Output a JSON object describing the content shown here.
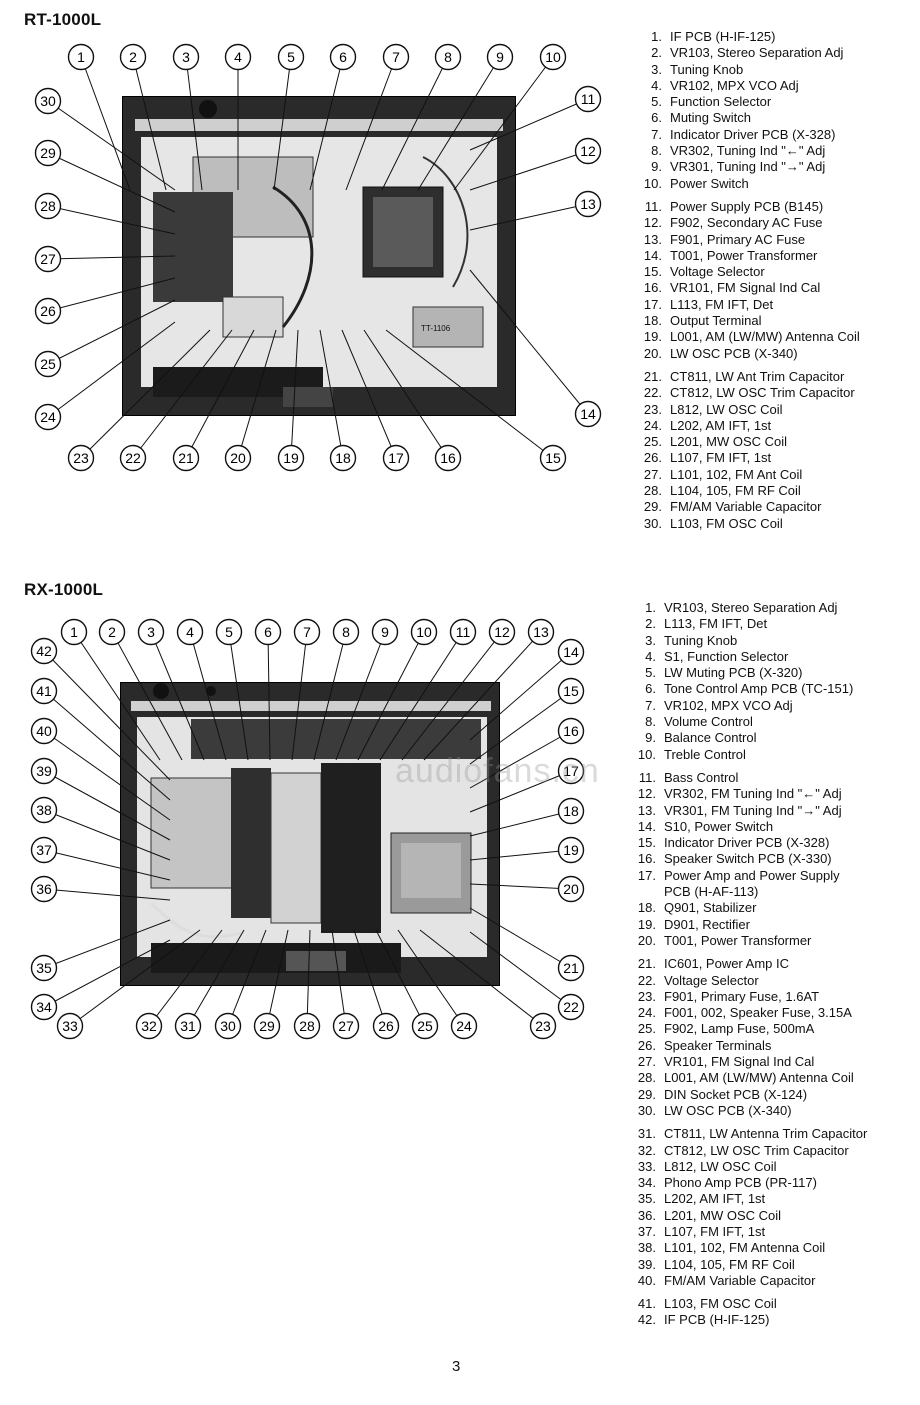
{
  "page_number": "3",
  "watermark": "audiofans.cn",
  "rt": {
    "title": "RT-1000L",
    "callouts_top": [
      "1",
      "2",
      "3",
      "4",
      "5",
      "6",
      "7",
      "8",
      "9",
      "10"
    ],
    "callouts_left": [
      "30",
      "29",
      "28",
      "27",
      "26",
      "25",
      "24"
    ],
    "callouts_right": [
      "11",
      "12",
      "13",
      "14"
    ],
    "callouts_bottom": [
      "23",
      "22",
      "21",
      "20",
      "19",
      "18",
      "17",
      "16",
      "15"
    ],
    "transformer_label": "TT-1106",
    "parts": [
      {
        "n": "1.",
        "t": "IF PCB (H-IF-125)"
      },
      {
        "n": "2.",
        "t": "VR103, Stereo Separation Adj"
      },
      {
        "n": "3.",
        "t": "Tuning Knob"
      },
      {
        "n": "4.",
        "t": "VR102, MPX VCO Adj"
      },
      {
        "n": "5.",
        "t": "Function Selector"
      },
      {
        "n": "6.",
        "t": "Muting Switch"
      },
      {
        "n": "7.",
        "t": "Indicator Driver PCB (X-328)"
      },
      {
        "n": "8.",
        "t": "VR302, Tuning Ind \"←\" Adj"
      },
      {
        "n": "9.",
        "t": "VR301, Tuning Ind \"→\" Adj"
      },
      {
        "n": "10.",
        "t": "Power Switch"
      },
      {
        "gap": true
      },
      {
        "n": "11.",
        "t": "Power Supply PCB (B145)"
      },
      {
        "n": "12.",
        "t": "F902, Secondary AC Fuse"
      },
      {
        "n": "13.",
        "t": "F901, Primary AC Fuse"
      },
      {
        "n": "14.",
        "t": "T001, Power Transformer"
      },
      {
        "n": "15.",
        "t": "Voltage Selector"
      },
      {
        "n": "16.",
        "t": "VR101, FM Signal Ind Cal"
      },
      {
        "n": "17.",
        "t": "L113, FM IFT, Det"
      },
      {
        "n": "18.",
        "t": "Output Terminal"
      },
      {
        "n": "19.",
        "t": "L001, AM (LW/MW) Antenna Coil"
      },
      {
        "n": "20.",
        "t": "LW OSC PCB (X-340)"
      },
      {
        "gap": true
      },
      {
        "n": "21.",
        "t": "CT811, LW Ant Trim Capacitor"
      },
      {
        "n": "22.",
        "t": "CT812, LW OSC Trim Capacitor"
      },
      {
        "n": "23.",
        "t": "L812, LW OSC Coil"
      },
      {
        "n": "24.",
        "t": "L202, AM IFT, 1st"
      },
      {
        "n": "25.",
        "t": "L201, MW OSC Coil"
      },
      {
        "n": "26.",
        "t": "L107, FM IFT, 1st"
      },
      {
        "n": "27.",
        "t": "L101, 102, FM Ant Coil"
      },
      {
        "n": "28.",
        "t": "L104, 105, FM RF Coil"
      },
      {
        "n": "29.",
        "t": "FM/AM Variable Capacitor"
      },
      {
        "n": "30.",
        "t": "L103, FM OSC Coil"
      }
    ]
  },
  "rx": {
    "title": "RX-1000L",
    "callouts_top": [
      "1",
      "2",
      "3",
      "4",
      "5",
      "6",
      "7",
      "8",
      "9",
      "10",
      "11",
      "12",
      "13"
    ],
    "callouts_left": [
      "42",
      "41",
      "40",
      "39",
      "38",
      "37",
      "36",
      "35",
      "34"
    ],
    "callouts_right": [
      "14",
      "15",
      "16",
      "17",
      "18",
      "19",
      "20",
      "21",
      "22"
    ],
    "callouts_bottom": [
      "33",
      "32",
      "31",
      "30",
      "29",
      "28",
      "27",
      "26",
      "25",
      "24",
      "23"
    ],
    "parts": [
      {
        "n": "1.",
        "t": "VR103, Stereo Separation Adj"
      },
      {
        "n": "2.",
        "t": "L113, FM IFT, Det"
      },
      {
        "n": "3.",
        "t": "Tuning Knob"
      },
      {
        "n": "4.",
        "t": "S1, Function Selector"
      },
      {
        "n": "5.",
        "t": "LW Muting PCB (X-320)"
      },
      {
        "n": "6.",
        "t": "Tone Control Amp PCB (TC-151)"
      },
      {
        "n": "7.",
        "t": "VR102, MPX VCO Adj"
      },
      {
        "n": "8.",
        "t": "Volume Control"
      },
      {
        "n": "9.",
        "t": "Balance Control"
      },
      {
        "n": "10.",
        "t": "Treble Control"
      },
      {
        "gap": true
      },
      {
        "n": "11.",
        "t": "Bass Control"
      },
      {
        "n": "12.",
        "t": "VR302, FM Tuning Ind \"←\" Adj"
      },
      {
        "n": "13.",
        "t": "VR301, FM Tuning Ind \"→\" Adj"
      },
      {
        "n": "14.",
        "t": "S10, Power Switch"
      },
      {
        "n": "15.",
        "t": "Indicator Driver PCB (X-328)"
      },
      {
        "n": "16.",
        "t": "Speaker Switch PCB (X-330)"
      },
      {
        "n": "17.",
        "t": "Power Amp and Power Supply"
      },
      {
        "n": "",
        "t": "PCB (H-AF-113)"
      },
      {
        "n": "18.",
        "t": "Q901, Stabilizer"
      },
      {
        "n": "19.",
        "t": "D901, Rectifier"
      },
      {
        "n": "20.",
        "t": "T001, Power Transformer"
      },
      {
        "gap": true
      },
      {
        "n": "21.",
        "t": "IC601, Power Amp IC"
      },
      {
        "n": "22.",
        "t": "Voltage Selector"
      },
      {
        "n": "23.",
        "t": "F901, Primary Fuse, 1.6AT"
      },
      {
        "n": "24.",
        "t": "F001, 002, Speaker Fuse, 3.15A"
      },
      {
        "n": "25.",
        "t": "F902, Lamp Fuse, 500mA"
      },
      {
        "n": "26.",
        "t": "Speaker Terminals"
      },
      {
        "n": "27.",
        "t": "VR101, FM Signal Ind Cal"
      },
      {
        "n": "28.",
        "t": "L001, AM (LW/MW) Antenna Coil"
      },
      {
        "n": "29.",
        "t": "DIN Socket PCB (X-124)"
      },
      {
        "n": "30.",
        "t": "LW OSC PCB (X-340)"
      },
      {
        "gap": true
      },
      {
        "n": "31.",
        "t": "CT811, LW Antenna Trim Capacitor"
      },
      {
        "n": "32.",
        "t": "CT812, LW OSC Trim Capacitor"
      },
      {
        "n": "33.",
        "t": "L812, LW OSC Coil"
      },
      {
        "n": "34.",
        "t": "Phono Amp PCB (PR-117)"
      },
      {
        "n": "35.",
        "t": "L202, AM IFT, 1st"
      },
      {
        "n": "36.",
        "t": "L201, MW OSC Coil"
      },
      {
        "n": "37.",
        "t": "L107, FM IFT, 1st"
      },
      {
        "n": "38.",
        "t": "L101, 102, FM Antenna Coil"
      },
      {
        "n": "39.",
        "t": "L104, 105, FM RF Coil"
      },
      {
        "n": "40.",
        "t": "FM/AM Variable Capacitor"
      },
      {
        "gap": true
      },
      {
        "n": "41.",
        "t": "L103, FM OSC Coil"
      },
      {
        "n": "42.",
        "t": "IF PCB (H-IF-125)"
      }
    ]
  }
}
